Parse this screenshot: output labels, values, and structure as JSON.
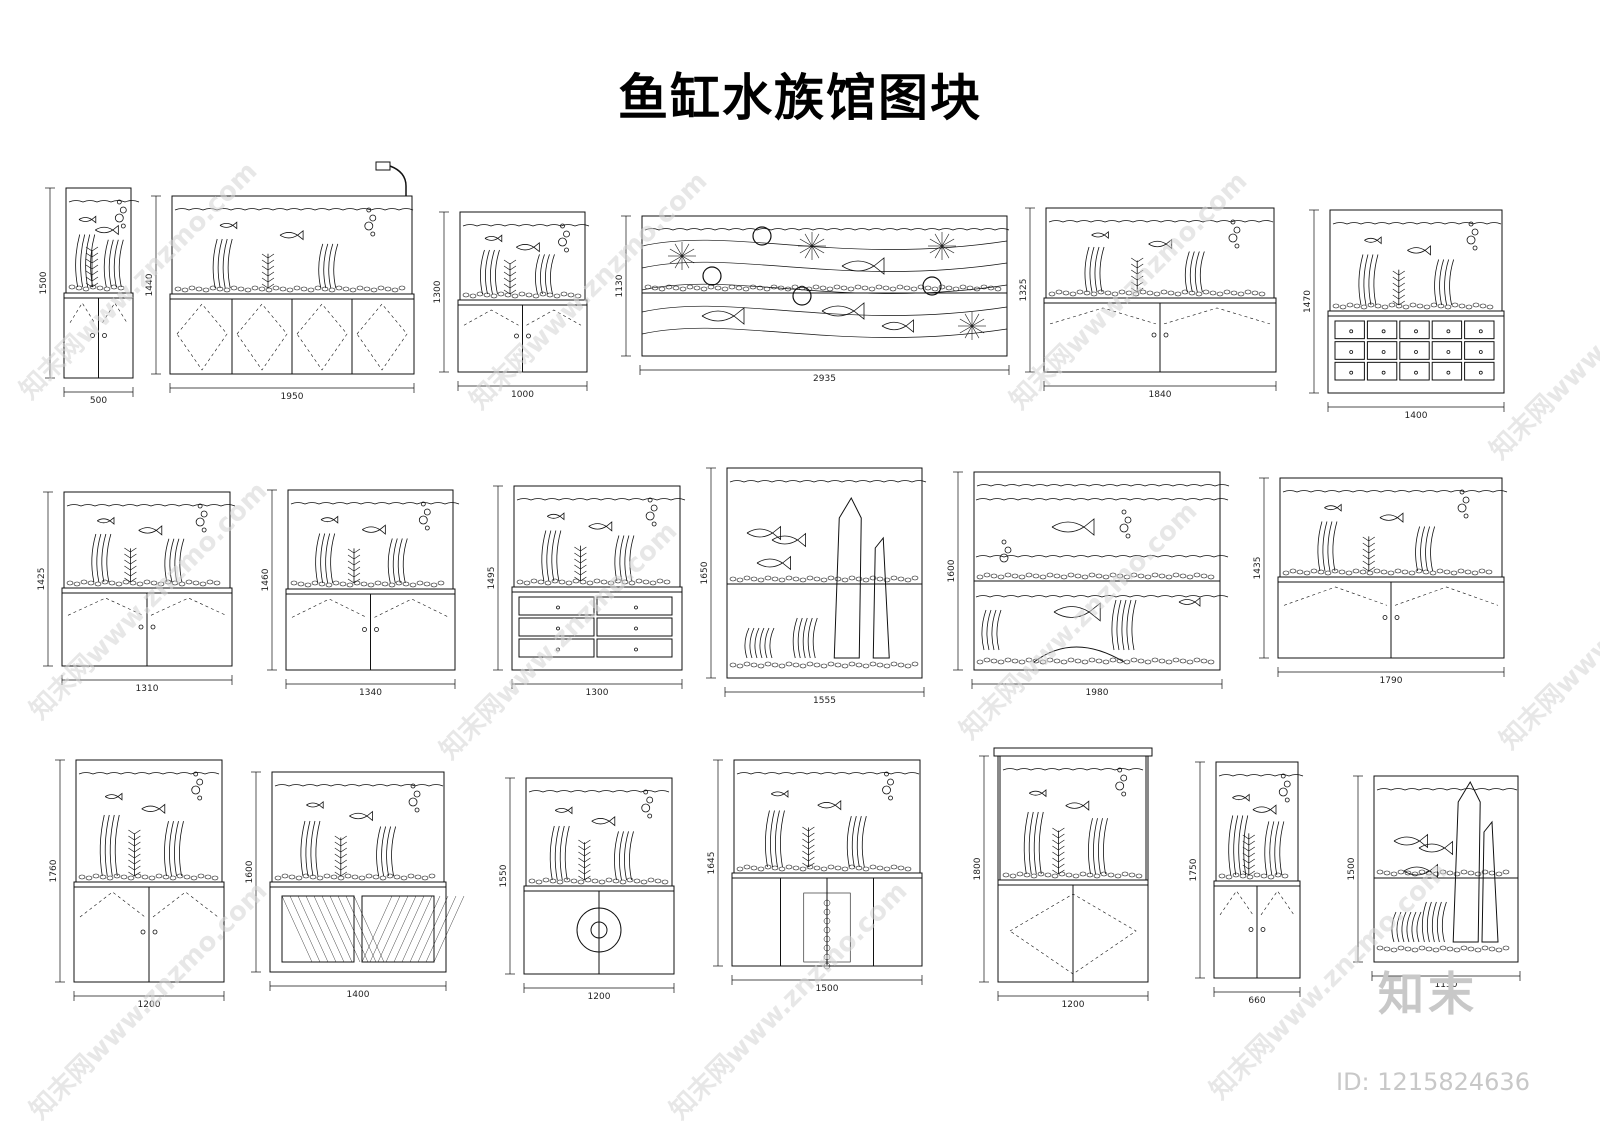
{
  "title": "鱼缸水族馆图块",
  "watermark_text": "知末网www.znzmo.com",
  "logo_text": "知末",
  "image_id_text": "ID: 1215824636",
  "blocks": [
    {
      "width": "500",
      "height": "1500",
      "type": "tall-single"
    },
    {
      "width": "1950",
      "height": "1440",
      "type": "long-cabinet-lamp"
    },
    {
      "width": "1000",
      "height": "1300",
      "type": "cabinet-3door"
    },
    {
      "width": "2935",
      "height": "1130",
      "type": "wall-tank"
    },
    {
      "width": "1840",
      "height": "1325",
      "type": "plant-tank"
    },
    {
      "width": "1400",
      "height": "1470",
      "type": "drawer-cabinet"
    },
    {
      "width": "1310",
      "height": "1425",
      "type": "chinese-cabinet"
    },
    {
      "width": "1340",
      "height": "1460",
      "type": "plant-carved"
    },
    {
      "width": "1300",
      "height": "1495",
      "type": "drawer-chest"
    },
    {
      "width": "1555",
      "height": "1650",
      "type": "rock-tank"
    },
    {
      "width": "1980",
      "height": "1600",
      "type": "angel-tank"
    },
    {
      "width": "1790",
      "height": "1435",
      "type": "console-drawers"
    },
    {
      "width": "1200",
      "height": "1760",
      "type": "round-handle"
    },
    {
      "width": "1400",
      "height": "1600",
      "type": "lattice-door"
    },
    {
      "width": "1200",
      "height": "1550",
      "type": "moon-door"
    },
    {
      "width": "1500",
      "height": "1645",
      "type": "carved-panel"
    },
    {
      "width": "1200",
      "height": "1800",
      "type": "canopy-cabinet"
    },
    {
      "width": "660",
      "height": "1750",
      "type": "tall-pedestal"
    },
    {
      "width": "1150",
      "height": "1500",
      "type": "rock-frame"
    }
  ]
}
